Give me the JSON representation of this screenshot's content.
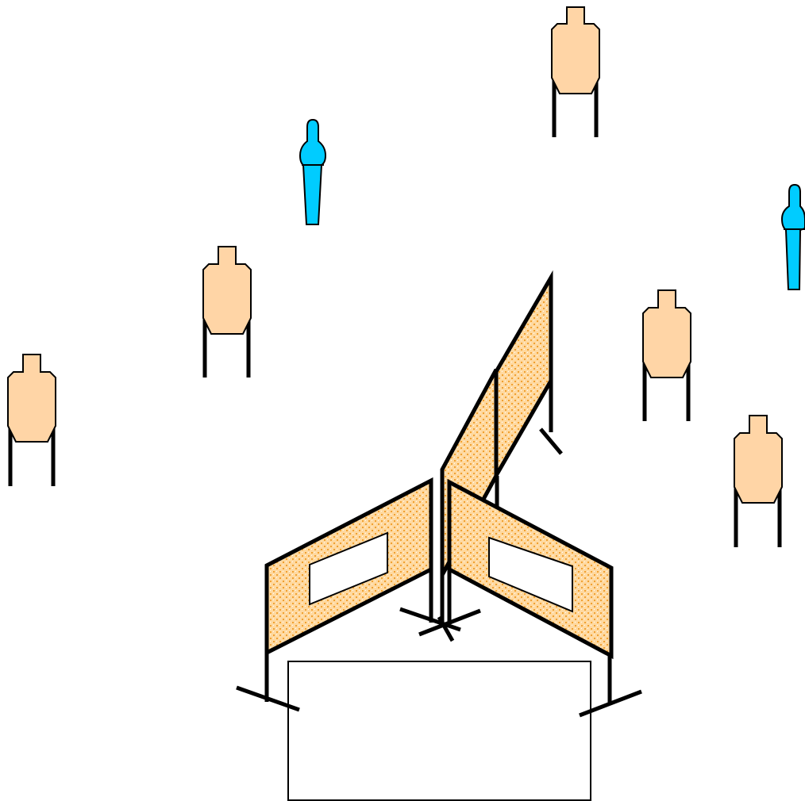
{
  "diagram": {
    "type": "shooting stage layout",
    "colors": {
      "shoot_target": "#FFD5A6",
      "no_shoot_target": "#00CCFF",
      "wall_fill": "#FFD9A0",
      "wall_pattern_dots": "#F0A030",
      "outline": "#000000",
      "background": "#FFFFFF"
    },
    "shoot_targets": [
      {
        "id": "t1"
      },
      {
        "id": "t2"
      },
      {
        "id": "t3"
      },
      {
        "id": "t4"
      },
      {
        "id": "t5"
      }
    ],
    "no_shoot_targets": [
      {
        "id": "ns1"
      },
      {
        "id": "ns2"
      }
    ],
    "walls": [
      {
        "id": "wall-left",
        "has_window": true
      },
      {
        "id": "wall-right",
        "has_window": true
      },
      {
        "id": "wall-center",
        "has_window": false
      },
      {
        "id": "wall-back",
        "has_window": false
      }
    ],
    "shooting_area": {
      "id": "shooting-box"
    }
  }
}
